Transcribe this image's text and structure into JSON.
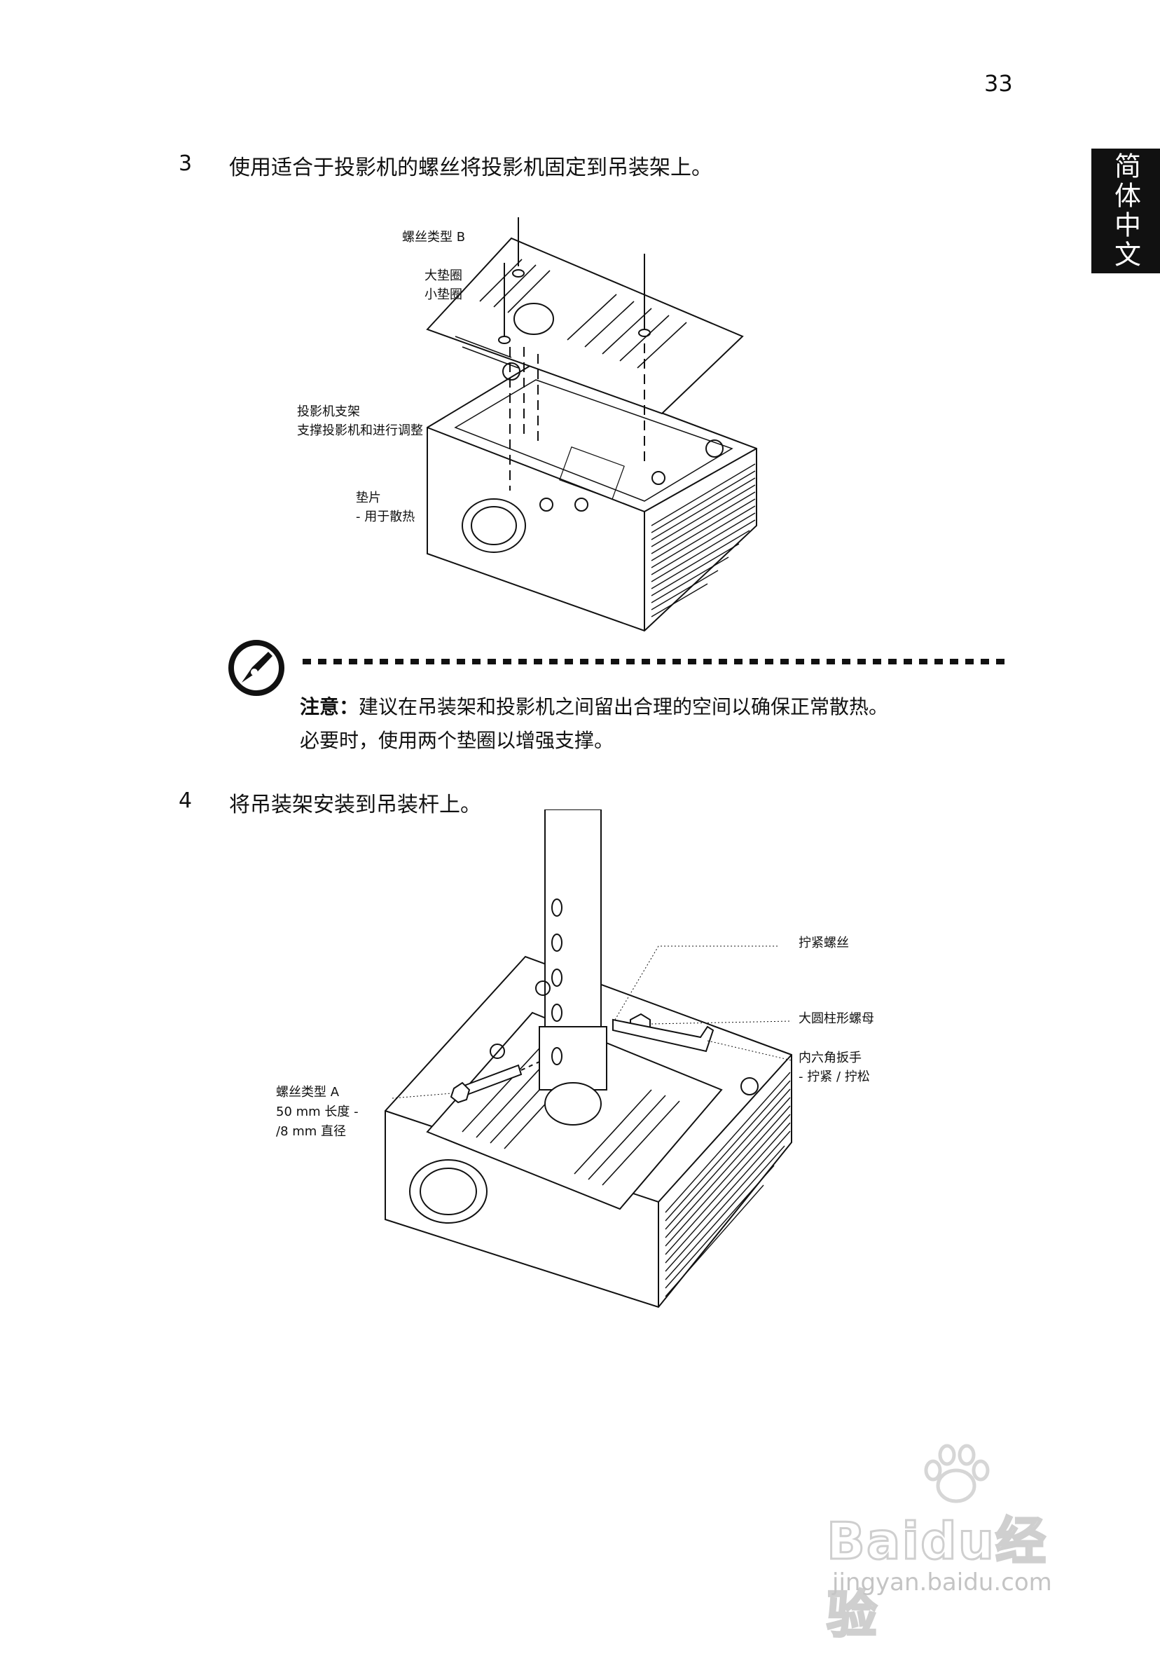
{
  "page_number": "33",
  "side_tab": "简体中文",
  "step3": {
    "number": "3",
    "text": "使用适合于投影机的螺丝将投影机固定到吊装架上。",
    "callouts": {
      "screw_b": "螺丝类型 B",
      "large_washer": "大垫圈",
      "small_washer": "小垫圈",
      "bracket_1": "投影机支架",
      "bracket_2": "支撑投影机和进行调整",
      "spacer_1": "垫片",
      "spacer_2": "- 用于散热"
    }
  },
  "note": {
    "label": "注意：",
    "line1": "建议在吊装架和投影机之间留出合理的空间以确保正常散热。",
    "line2": "必要时，使用两个垫圈以增强支撑。"
  },
  "step4": {
    "number": "4",
    "text": "将吊装架安装到吊装杆上。",
    "callouts": {
      "tighten_screw": "拧紧螺丝",
      "nut": "大圆柱形螺母",
      "wrench_1": "内六角扳手",
      "wrench_2": "- 拧紧 / 拧松",
      "screw_a_1": "螺丝类型 A",
      "screw_a_2": "50 mm 长度 -",
      "screw_a_3": "/8 mm 直径"
    }
  },
  "watermark": {
    "brand": "Bai",
    "brand2": "du",
    "cn": "经验",
    "url": "jingyan.baidu.com"
  }
}
